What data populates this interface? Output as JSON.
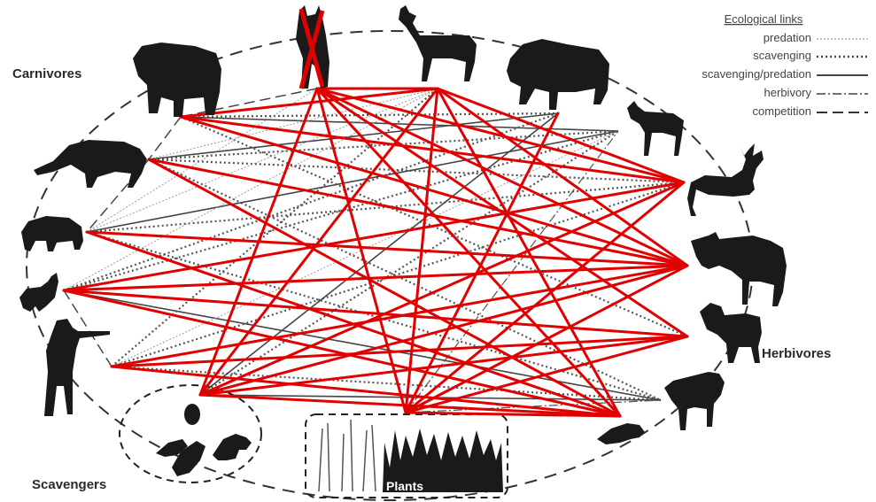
{
  "labels": {
    "carnivores": "Carnivores",
    "herbivores": "Herbivores",
    "scavengers": "Scavengers",
    "plants": "Plants"
  },
  "legend": {
    "title": "Ecological links",
    "items": [
      "predation",
      "scavenging",
      "scavenging/predation",
      "herbivory",
      "competition"
    ]
  },
  "colors": {
    "highlight_link": "#e00000",
    "silhouette": "#1a1a1a",
    "background": "#ffffff"
  },
  "icons": {
    "removed_marker": "red-x-icon",
    "species": [
      "wolf-icon",
      "elk-icon",
      "bison-icon",
      "pronghorn-icon",
      "deer-icon",
      "moose-icon",
      "bighorn-sheep-icon",
      "mountain-goat-icon",
      "beaver-icon",
      "grizzly-bear-icon",
      "cougar-icon",
      "black-bear-icon",
      "coyote-icon",
      "hunter-icon",
      "beetle-icon",
      "raven-icon",
      "eagle-icon",
      "fox-icon",
      "trees-icon",
      "grass-icon"
    ]
  }
}
